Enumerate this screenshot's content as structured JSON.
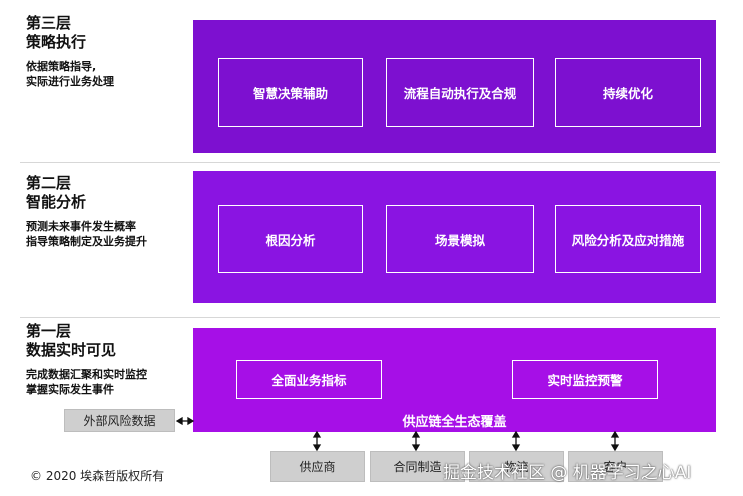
{
  "layers": [
    {
      "title_line1": "第三层",
      "title_line2": "策略执行",
      "desc_line1": "依据策略指导,",
      "desc_line2": "实际进行业务处理",
      "capabilities": [
        "智慧决策辅助",
        "流程自动执行及合规",
        "持续优化"
      ]
    },
    {
      "title_line1": "第二层",
      "title_line2": "智能分析",
      "desc_line1": "预测未来事件发生概率",
      "desc_line2": "指导策略制定及业务提升",
      "capabilities": [
        "根因分析",
        "场景模拟",
        "风险分析及应对措施"
      ]
    },
    {
      "title_line1": "第一层",
      "title_line2": "数据实时可见",
      "desc_line1": "完成数据汇聚和实时监控",
      "desc_line2": "掌握实际发生事件",
      "capabilities": [
        "全面业务指标",
        "实时监控预警"
      ],
      "banner": "供应链全生态覆盖"
    }
  ],
  "external_data": "外部风险数据",
  "sources": [
    "供应商",
    "合同制造",
    "物流",
    "客户"
  ],
  "copyright": "© 2020 埃森哲版权所有",
  "watermark": "掘金技术社区 @ 机器学习之心AI",
  "colors": {
    "layer3": "#7d10d0",
    "layer2": "#8a14e2",
    "layer1": "#a60fe7",
    "gray_box": "#cfcfcf"
  }
}
